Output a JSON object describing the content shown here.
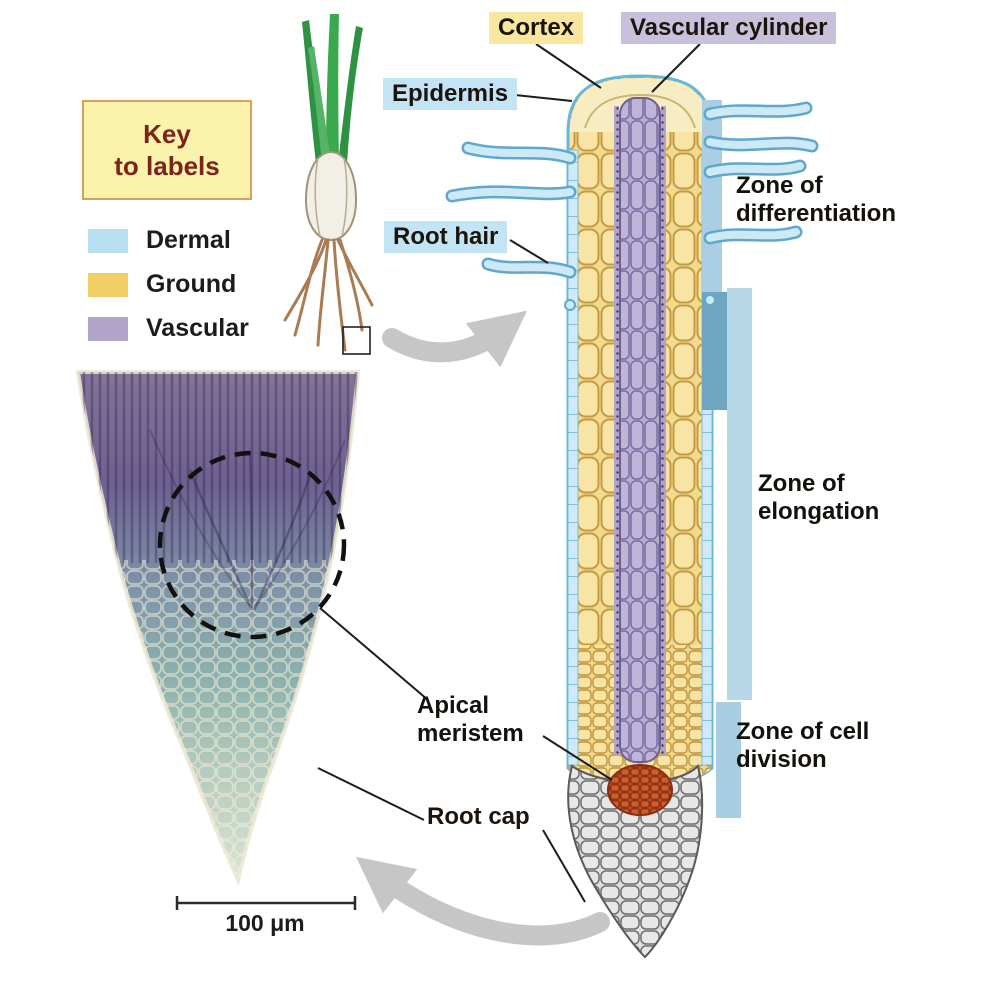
{
  "key": {
    "title_line1": "Key",
    "title_line2": "to labels",
    "items": [
      {
        "name": "dermal",
        "label": "Dermal",
        "color": "#b7def1"
      },
      {
        "name": "ground",
        "label": "Ground",
        "color": "#f1cf66"
      },
      {
        "name": "vascular",
        "label": "Vascular",
        "color": "#b0a5c8"
      }
    ]
  },
  "callouts": {
    "cortex": {
      "label": "Cortex",
      "highlight": "#f9e7a0"
    },
    "vascular_cylinder": {
      "label": "Vascular cylinder",
      "highlight": "#c8c1dc"
    },
    "epidermis": {
      "label": "Epidermis",
      "highlight": "#c2e4f5"
    },
    "root_hair": {
      "label": "Root hair",
      "highlight": "#c2e4f5"
    },
    "apical_meristem": {
      "line1": "Apical",
      "line2": "meristem"
    },
    "root_cap": {
      "label": "Root cap"
    }
  },
  "zones": [
    {
      "name": "differentiation",
      "line1": "Zone of",
      "line2": "differentiation"
    },
    {
      "name": "elongation",
      "line1": "Zone of",
      "line2": "elongation"
    },
    {
      "name": "cell_division",
      "line1": "Zone of cell",
      "line2": "division"
    }
  ],
  "scale_bar": {
    "label": "100 μm"
  },
  "colors": {
    "dermal": "#b7def1",
    "ground": "#f1cf66",
    "vascular": "#b0a5c8",
    "apical_meristem": "#c65328",
    "root_cap": "#dedede",
    "zone_bar_light": "#aacfe4",
    "zone_bar_dark": "#6ea6c2",
    "key_background": "#fbf2ac",
    "key_border": "#d9a05b"
  }
}
